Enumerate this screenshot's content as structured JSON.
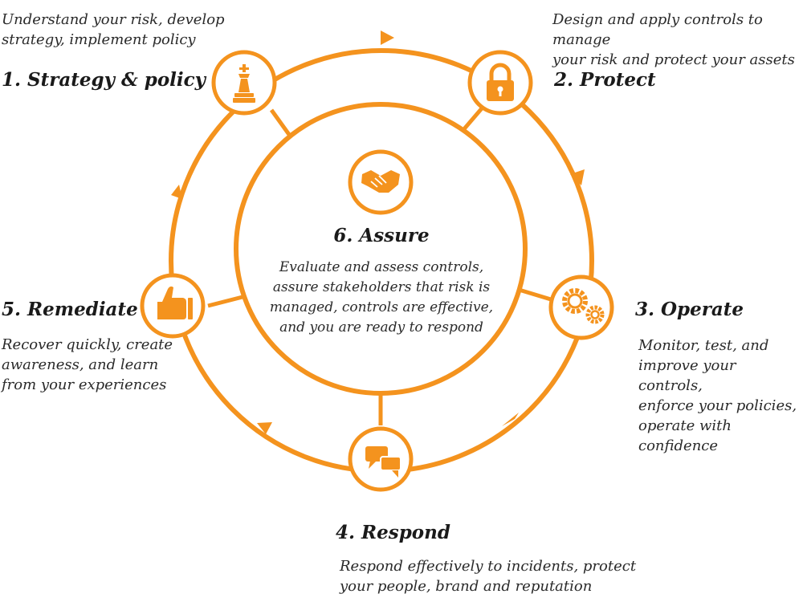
{
  "accent": "#f4931e",
  "stages": [
    {
      "title": "1. Strategy & policy",
      "desc_lines": [
        "Understand your risk, develop",
        "strategy, implement policy"
      ],
      "icon": "chess-piece-icon"
    },
    {
      "title": "2. Protect",
      "desc_lines": [
        "Design and apply controls to manage",
        "your risk and protect your assets"
      ],
      "icon": "padlock-icon"
    },
    {
      "title": "3. Operate",
      "desc_lines": [
        "Monitor, test, and",
        "improve your controls,",
        "enforce your policies,",
        "operate with confidence"
      ],
      "icon": "gears-icon"
    },
    {
      "title": "4. Respond",
      "desc_lines": [
        "Respond effectively to incidents, protect",
        "your people, brand and reputation"
      ],
      "icon": "speech-bubbles-icon"
    },
    {
      "title": "5. Remediate",
      "desc_lines": [
        "Recover quickly, create",
        "awareness, and learn",
        "from your experiences"
      ],
      "icon": "thumbs-up-icon"
    }
  ],
  "center": {
    "title": "6. Assure",
    "desc_lines": [
      "Evaluate and assess controls,",
      "assure stakeholders that risk is",
      "managed, controls are effective,",
      "and you are ready to respond"
    ],
    "icon": "handshake-icon"
  }
}
